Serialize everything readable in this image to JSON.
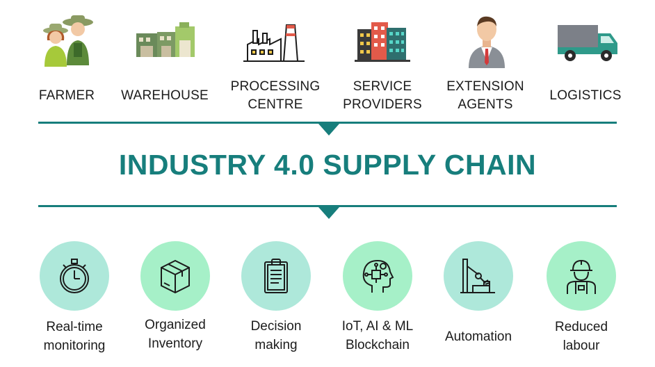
{
  "colors": {
    "accent": "#177e7c",
    "circle_mint": "#aee8da",
    "circle_green": "#a6f0c8"
  },
  "top_row": [
    {
      "icon": "farmer-icon",
      "label": [
        "FARMER"
      ]
    },
    {
      "icon": "warehouse-icon",
      "label": [
        "WAREHOUSE"
      ]
    },
    {
      "icon": "factory-icon",
      "label": [
        "PROCESSING",
        "CENTRE"
      ]
    },
    {
      "icon": "buildings-icon",
      "label": [
        "SERVICE",
        "PROVIDERS"
      ]
    },
    {
      "icon": "agent-icon",
      "label": [
        "EXTENSION",
        "AGENTS"
      ]
    },
    {
      "icon": "truck-icon",
      "label": [
        "LOGISTICS"
      ]
    }
  ],
  "headline": "INDUSTRY 4.0 SUPPLY CHAIN",
  "bottom_row": [
    {
      "icon": "stopwatch-icon",
      "label": [
        "Real-time",
        "monitoring"
      ]
    },
    {
      "icon": "box-icon",
      "label": [
        "Organized",
        "Inventory"
      ]
    },
    {
      "icon": "clipboard-icon",
      "label": [
        "Decision",
        "making"
      ]
    },
    {
      "icon": "ai-head-icon",
      "label": [
        "IoT, AI & ML",
        "Blockchain"
      ]
    },
    {
      "icon": "robot-arm-icon",
      "label": [
        "Automation"
      ]
    },
    {
      "icon": "worker-icon",
      "label": [
        "Reduced",
        "labour"
      ]
    }
  ]
}
